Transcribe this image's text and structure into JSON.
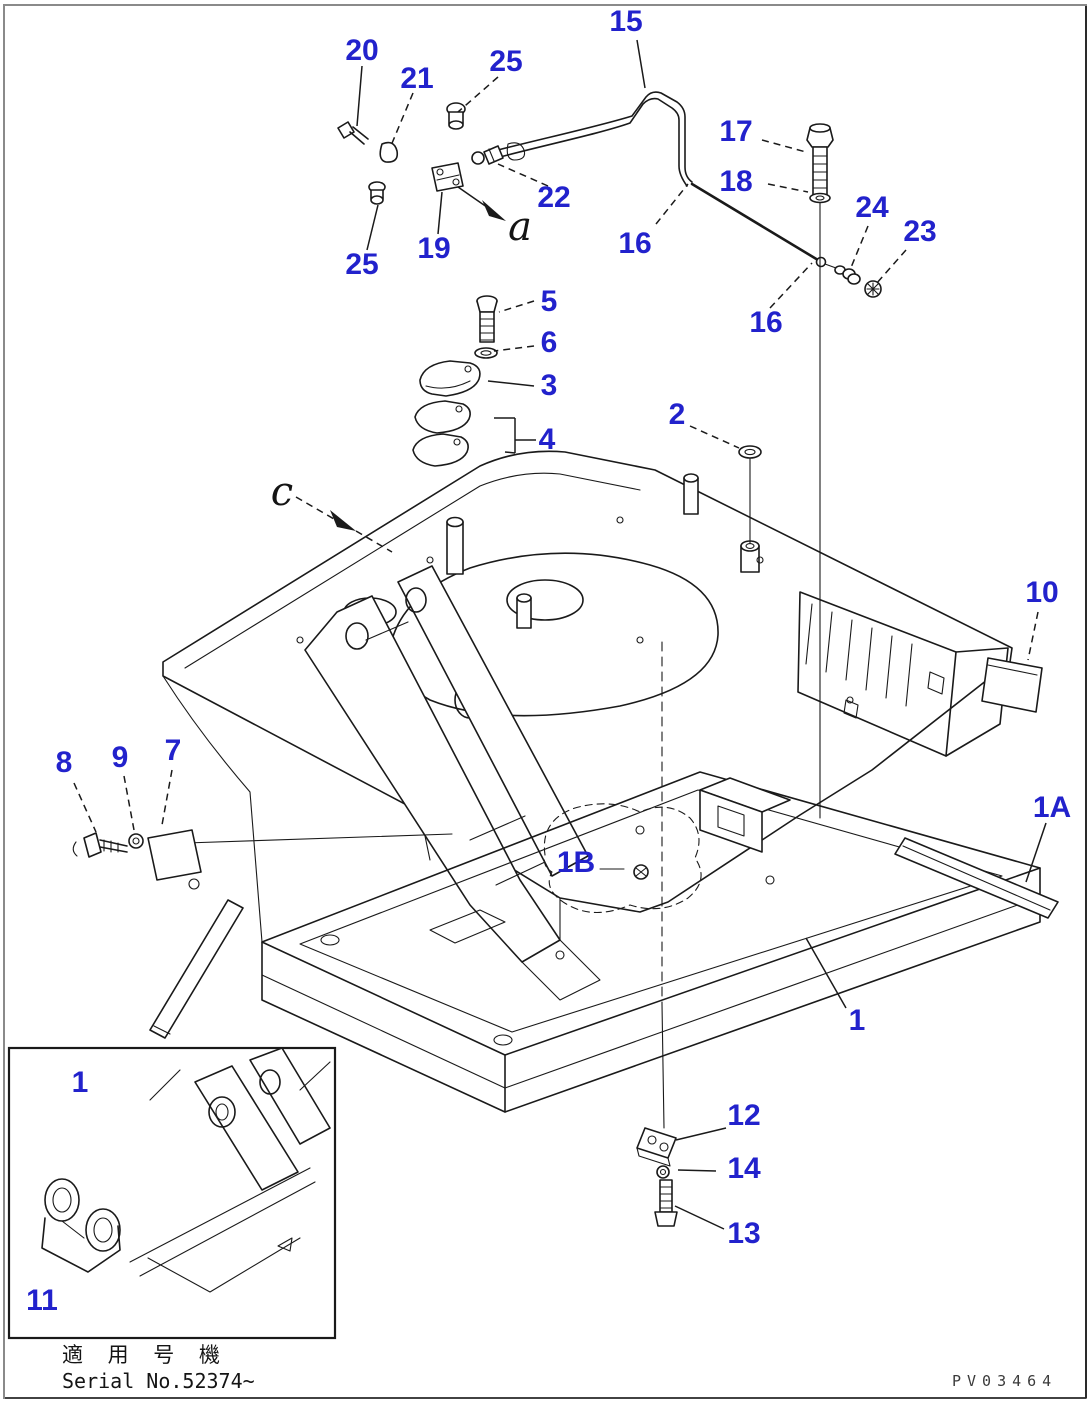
{
  "diagram": {
    "description": "Exploded parts diagram of excavator revolving frame",
    "part_labels": [
      "20",
      "21",
      "25",
      "15",
      "17",
      "18",
      "22",
      "19",
      "25",
      "24",
      "23",
      "16",
      "16",
      "5",
      "6",
      "3",
      "4",
      "2",
      "10",
      "1A",
      "8",
      "9",
      "7",
      "1B",
      "1",
      "12",
      "14",
      "13",
      "1",
      "11"
    ],
    "view_letters": [
      "a",
      "c"
    ],
    "footer": {
      "applicable_kanji": "適 用 号 機",
      "serial": "Serial No.52374~"
    },
    "watermark": "PV03464",
    "colors": {
      "label_blue": "#2222cc",
      "line_black": "#1a1a1a",
      "page_border": "#777777",
      "background": "#ffffff"
    }
  }
}
